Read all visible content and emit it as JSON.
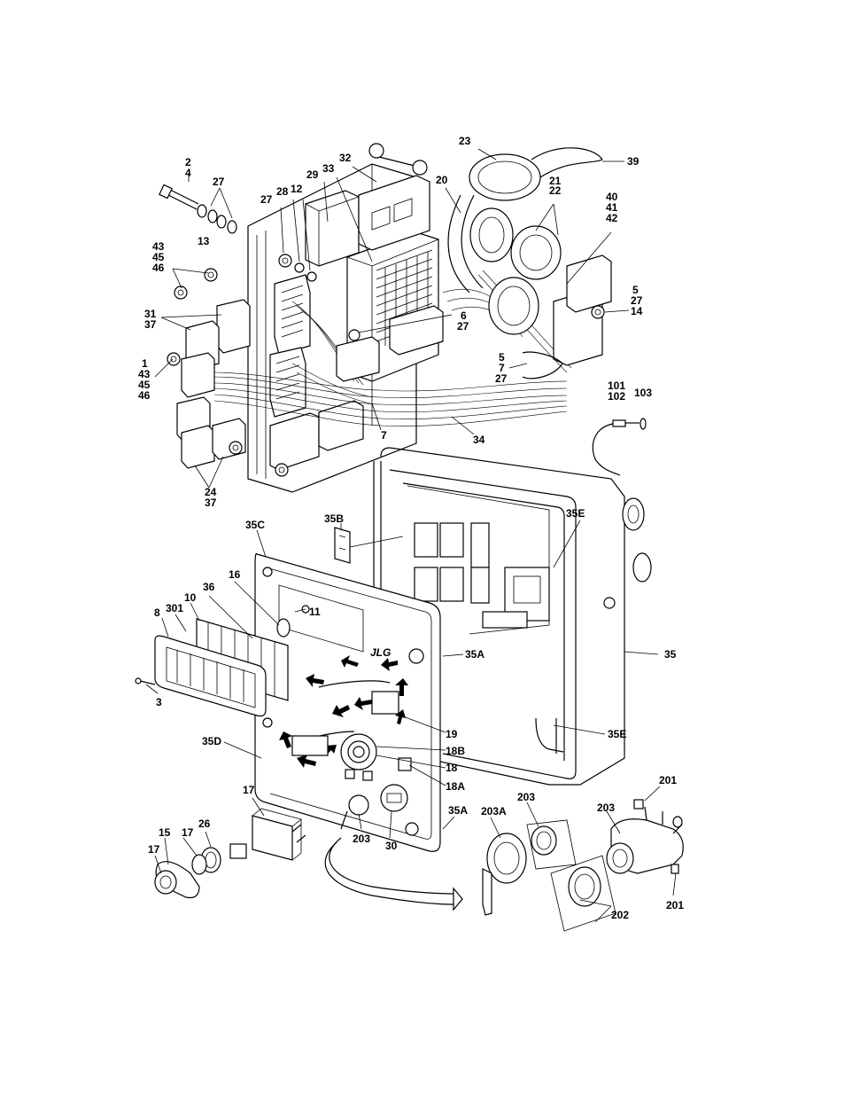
{
  "diagram": {
    "callouts": [
      {
        "id": "c-2",
        "text": "2"
      },
      {
        "id": "c-4",
        "text": "4"
      },
      {
        "id": "c-27a",
        "text": "27"
      },
      {
        "id": "c-13",
        "text": "13"
      },
      {
        "id": "c-27b",
        "text": "27"
      },
      {
        "id": "c-28",
        "text": "28"
      },
      {
        "id": "c-12",
        "text": "12"
      },
      {
        "id": "c-29",
        "text": "29"
      },
      {
        "id": "c-33",
        "text": "33"
      },
      {
        "id": "c-32",
        "text": "32"
      },
      {
        "id": "c-23",
        "text": "23"
      },
      {
        "id": "c-39",
        "text": "39"
      },
      {
        "id": "c-20",
        "text": "20"
      },
      {
        "id": "c-21",
        "text": "21"
      },
      {
        "id": "c-22",
        "text": "22"
      },
      {
        "id": "c-40",
        "text": "40"
      },
      {
        "id": "c-41",
        "text": "41"
      },
      {
        "id": "c-42",
        "text": "42"
      },
      {
        "id": "c-43a",
        "text": "43"
      },
      {
        "id": "c-45a",
        "text": "45"
      },
      {
        "id": "c-46a",
        "text": "46"
      },
      {
        "id": "c-31",
        "text": "31"
      },
      {
        "id": "c-37a",
        "text": "37"
      },
      {
        "id": "c-1",
        "text": "1"
      },
      {
        "id": "c-43b",
        "text": "43"
      },
      {
        "id": "c-45b",
        "text": "45"
      },
      {
        "id": "c-46b",
        "text": "46"
      },
      {
        "id": "c-6",
        "text": "6"
      },
      {
        "id": "c-27c",
        "text": "27"
      },
      {
        "id": "c-5a",
        "text": "5"
      },
      {
        "id": "c-27d",
        "text": "27"
      },
      {
        "id": "c-14",
        "text": "14"
      },
      {
        "id": "c-5b",
        "text": "5"
      },
      {
        "id": "c-7a",
        "text": "7"
      },
      {
        "id": "c-27e",
        "text": "27"
      },
      {
        "id": "c-101",
        "text": "101"
      },
      {
        "id": "c-102",
        "text": "102"
      },
      {
        "id": "c-103",
        "text": "103"
      },
      {
        "id": "c-7b",
        "text": "7"
      },
      {
        "id": "c-34",
        "text": "34"
      },
      {
        "id": "c-24",
        "text": "24"
      },
      {
        "id": "c-37b",
        "text": "37"
      },
      {
        "id": "c-35B",
        "text": "35B"
      },
      {
        "id": "c-35E-top",
        "text": "35E"
      },
      {
        "id": "c-35C",
        "text": "35C"
      },
      {
        "id": "c-16",
        "text": "16"
      },
      {
        "id": "c-36",
        "text": "36"
      },
      {
        "id": "c-10",
        "text": "10"
      },
      {
        "id": "c-11",
        "text": "11"
      },
      {
        "id": "c-8",
        "text": "8"
      },
      {
        "id": "c-301",
        "text": "301"
      },
      {
        "id": "c-35A-top",
        "text": "35A"
      },
      {
        "id": "c-35",
        "text": "35"
      },
      {
        "id": "c-3",
        "text": "3"
      },
      {
        "id": "c-19",
        "text": "19"
      },
      {
        "id": "c-35E-bot",
        "text": "35E"
      },
      {
        "id": "c-18B",
        "text": "18B"
      },
      {
        "id": "c-35D",
        "text": "35D"
      },
      {
        "id": "c-18",
        "text": "18"
      },
      {
        "id": "c-18A",
        "text": "18A"
      },
      {
        "id": "c-17a",
        "text": "17"
      },
      {
        "id": "c-201a",
        "text": "201"
      },
      {
        "id": "c-203a",
        "text": "203"
      },
      {
        "id": "c-203b",
        "text": "203"
      },
      {
        "id": "c-35A-bot",
        "text": "35A"
      },
      {
        "id": "c-203A",
        "text": "203A"
      },
      {
        "id": "c-26",
        "text": "26"
      },
      {
        "id": "c-15",
        "text": "15"
      },
      {
        "id": "c-17b",
        "text": "17"
      },
      {
        "id": "c-17c",
        "text": "17"
      },
      {
        "id": "c-203c",
        "text": "203"
      },
      {
        "id": "c-30",
        "text": "30"
      },
      {
        "id": "c-201b",
        "text": "201"
      },
      {
        "id": "c-202",
        "text": "202"
      }
    ],
    "brand_mark": "JLG",
    "colors": {
      "ink": "#000000",
      "paper": "#ffffff"
    }
  }
}
